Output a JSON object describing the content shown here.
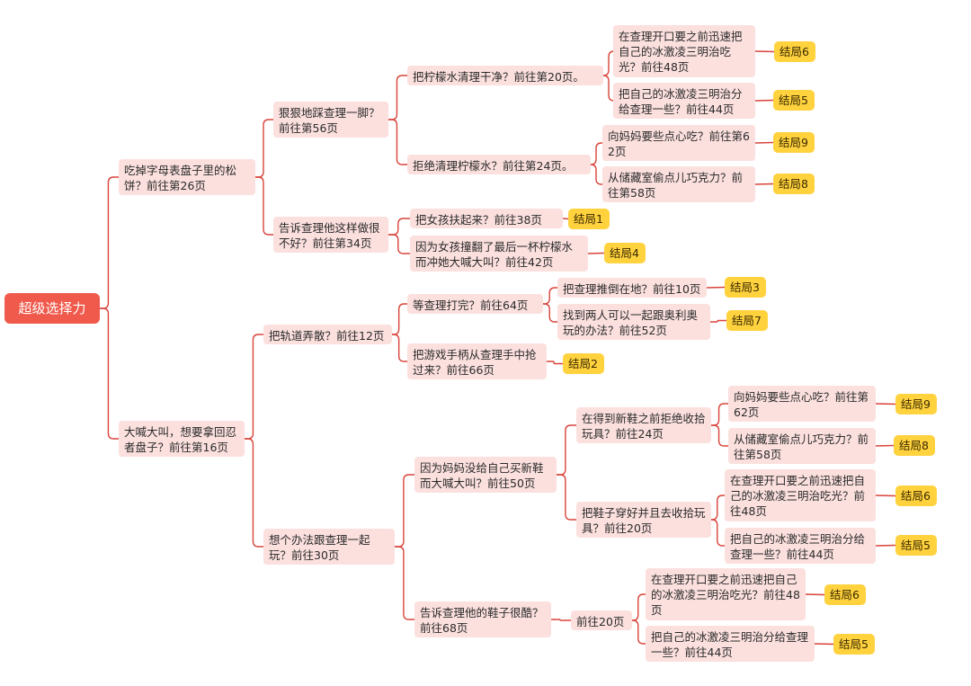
{
  "mindmap": {
    "root": "超级选择力",
    "n1": "吃掉字母表盘子里的松饼？前往第26页",
    "n1a": "狠狠地踩查理一脚？前往第56页",
    "n1a1": "把柠檬水清理干净？前往第20页。",
    "n1a1a": "在查理开口要之前迅速把自己的冰激凌三明治吃光？前往48页",
    "n1a1b": "把自己的冰激凌三明治分给查理一些？前往44页",
    "n1a2": "拒绝清理柠檬水？前往第24页。",
    "n1a2a": "向妈妈要些点心吃？前往第62页",
    "n1a2b": "从储藏室偷点儿巧克力？前往第58页",
    "n1b": "告诉查理他这样做很不好？前往第34页",
    "n1b1": "把女孩扶起来？前往38页",
    "n1b2": "因为女孩撞翻了最后一杯柠檬水而冲她大喊大叫？前往42页",
    "n2": "大喊大叫，想要拿回忍者盘子？前往第16页",
    "n2a": "把轨道弄散？前往12页",
    "n2a1": "等查理打完？前往64页",
    "n2a1a": "把查理推倒在地？前往10页",
    "n2a1b": "找到两人可以一起跟奥利奥玩的办法？前往52页",
    "n2a2": "把游戏手柄从查理手中抢过来？前往66页",
    "n2b": "想个办法跟查理一起玩？前往30页",
    "n2b1": "因为妈妈没给自己买新鞋而大喊大叫？前往50页",
    "n2b1a": "在得到新鞋之前拒绝收拾玩具？前往24页",
    "n2b1a1": "向妈妈要些点心吃？前往第62页",
    "n2b1a2": "从储藏室偷点儿巧克力？前往第58页",
    "n2b1b": "把鞋子穿好并且去收拾玩具？前往20页",
    "n2b1b1": "在查理开口要之前迅速把自己的冰激凌三明治吃光？前往48页",
    "n2b1b2": "把自己的冰激凌三明治分给查理一些？前往44页",
    "n2b2": "告诉查理他的鞋子很酷？前往68页",
    "n2b2a": "前往20页",
    "n2b2a1": "在查理开口要之前迅速把自己的冰激凌三明治吃光？前往48页",
    "n2b2a2": "把自己的冰激凌三明治分给查理一些？前往44页",
    "e6": "结局6",
    "e5": "结局5",
    "e9": "结局9",
    "e8": "结局8",
    "e1": "结局1",
    "e4": "结局4",
    "e3": "结局3",
    "e7": "结局7",
    "e2": "结局2"
  },
  "colors": {
    "line": "#d9433a",
    "node": "#fbe0de",
    "root": "#ef5a4c",
    "ending": "#ffd23e"
  }
}
